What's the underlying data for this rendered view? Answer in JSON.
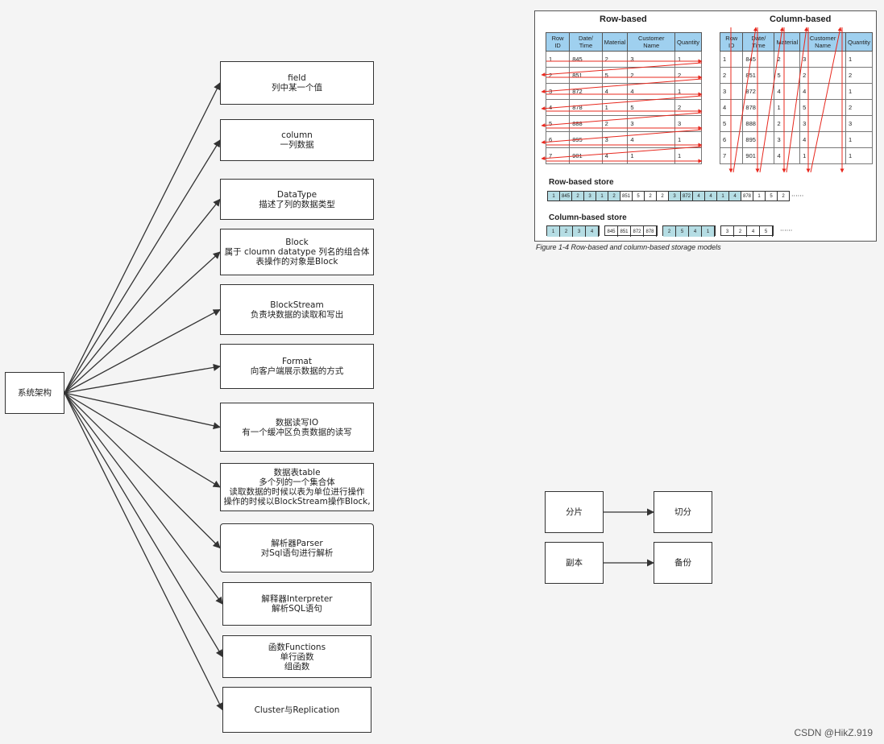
{
  "root": {
    "label": "系统架构"
  },
  "nodes": [
    {
      "lines": [
        "field",
        "列中某一个值"
      ]
    },
    {
      "lines": [
        "column",
        "一列数据"
      ]
    },
    {
      "lines": [
        "DataType",
        "描述了列的数据类型"
      ]
    },
    {
      "lines": [
        "Block",
        "属于  cloumn datatype 列名的组合体",
        "表操作的对象是Block"
      ]
    },
    {
      "lines": [
        "BlockStream",
        "负责块数据的读取和写出"
      ]
    },
    {
      "lines": [
        "Format",
        "向客户端展示数据的方式"
      ]
    },
    {
      "lines": [
        "数据读写IO",
        "有一个缓冲区负责数据的读写"
      ]
    },
    {
      "lines": [
        "数据表table",
        "多个列的一个集合体",
        "读取数据的时候以表为单位进行操作",
        "操作的时候以BlockStream操作Block,"
      ]
    },
    {
      "lines": [
        "解析器Parser",
        "对Sql语句进行解析"
      ]
    },
    {
      "lines": [
        "解释器Interpreter",
        "解析SQL语句"
      ]
    },
    {
      "lines": [
        "函数Functions",
        "单行函数",
        "组函数"
      ]
    },
    {
      "lines": [
        "Cluster与Replication"
      ]
    }
  ],
  "mini_flow": [
    {
      "from": "分片",
      "to": "切分"
    },
    {
      "from": "副本",
      "to": "备份"
    }
  ],
  "figure": {
    "row_title": "Row-based",
    "col_title": "Column-based",
    "headers": [
      "Row ID",
      "Date/ Time",
      "Material",
      "Customer Name",
      "Quantity"
    ],
    "rows": [
      [
        "1",
        "845",
        "2",
        "3",
        "1"
      ],
      [
        "2",
        "851",
        "5",
        "2",
        "2"
      ],
      [
        "3",
        "872",
        "4",
        "4",
        "1"
      ],
      [
        "4",
        "878",
        "1",
        "5",
        "2"
      ],
      [
        "5",
        "888",
        "2",
        "3",
        "3"
      ],
      [
        "6",
        "895",
        "3",
        "4",
        "1"
      ],
      [
        "7",
        "901",
        "4",
        "1",
        "1"
      ]
    ],
    "row_store_title": "Row-based store",
    "row_store": [
      "1",
      "845",
      "2",
      "3",
      "1",
      "2",
      "851",
      "5",
      "2",
      "2",
      "3",
      "872",
      "4",
      "4",
      "1",
      "4",
      "878",
      "1",
      "5",
      "2"
    ],
    "col_store_title": "Column-based store",
    "col_store_groups": [
      [
        "1",
        "2",
        "3",
        "4"
      ],
      [
        "845",
        "851",
        "872",
        "878"
      ],
      [
        "2",
        "5",
        "4",
        "1"
      ],
      [
        "3",
        "2",
        "4",
        "5"
      ]
    ],
    "caption": "Figure 1-4   Row-based and column-based storage models",
    "watermark_url": "http://blog.csdn.net/..."
  },
  "watermark": "CSDN @HikZ.919",
  "colors": {
    "edge": "#333333",
    "header_fill": "#9fd0ef",
    "store_fill": "#b5dde4",
    "red_arrow": "#e8281e"
  }
}
